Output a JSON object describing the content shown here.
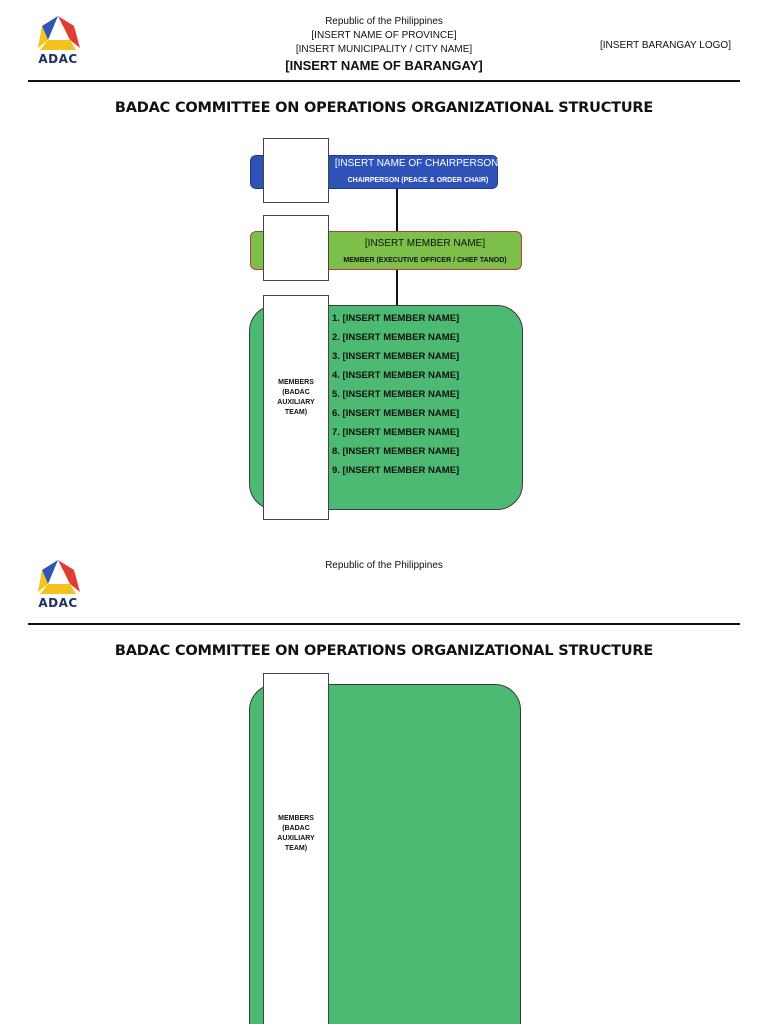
{
  "page1": {
    "logo": {
      "text": "ADAC"
    },
    "header": {
      "republic": "Republic of the Philippines",
      "province": "[INSERT NAME OF PROVINCE]",
      "municipality": "[INSERT MUNICIPALITY / CITY NAME]",
      "barangay": "[INSERT NAME OF BARANGAY]",
      "barangay_logo": "[INSERT BARANGAY LOGO]"
    },
    "title": "BADAC COMMITTEE ON OPERATIONS ORGANIZATIONAL STRUCTURE",
    "chairperson": {
      "name": "[INSERT NAME OF CHAIRPERSON]",
      "role": "CHAIRPERSON (PEACE & ORDER CHAIR)"
    },
    "member": {
      "name": "[INSERT MEMBER NAME]",
      "role": "MEMBER (EXECUTIVE OFFICER / CHIEF TANOD)"
    },
    "members_group": {
      "label_lines": [
        "MEMBERS",
        "(BADAC",
        "AUXILIARY",
        "TEAM)"
      ],
      "members": [
        "1. [INSERT MEMBER NAME]",
        "2. [INSERT MEMBER NAME]",
        "3. [INSERT MEMBER NAME]",
        "4. [INSERT MEMBER NAME]",
        "5. [INSERT MEMBER NAME]",
        "6. [INSERT MEMBER NAME]",
        "7. [INSERT MEMBER NAME]",
        "8. [INSERT MEMBER NAME]",
        "9. [INSERT MEMBER NAME]"
      ]
    }
  },
  "page2": {
    "logo": {
      "text": "ADAC"
    },
    "header": {
      "republic": "Republic of the Philippines"
    },
    "title": "BADAC COMMITTEE ON OPERATIONS ORGANIZATIONAL STRUCTURE",
    "members_group": {
      "label_lines": [
        "MEMBERS",
        "(BADAC",
        "AUXILIARY",
        "TEAM)"
      ]
    }
  },
  "colors": {
    "chair_band": "#2e52b8",
    "member_band": "#7cc04a",
    "members_box": "#4dba74"
  }
}
